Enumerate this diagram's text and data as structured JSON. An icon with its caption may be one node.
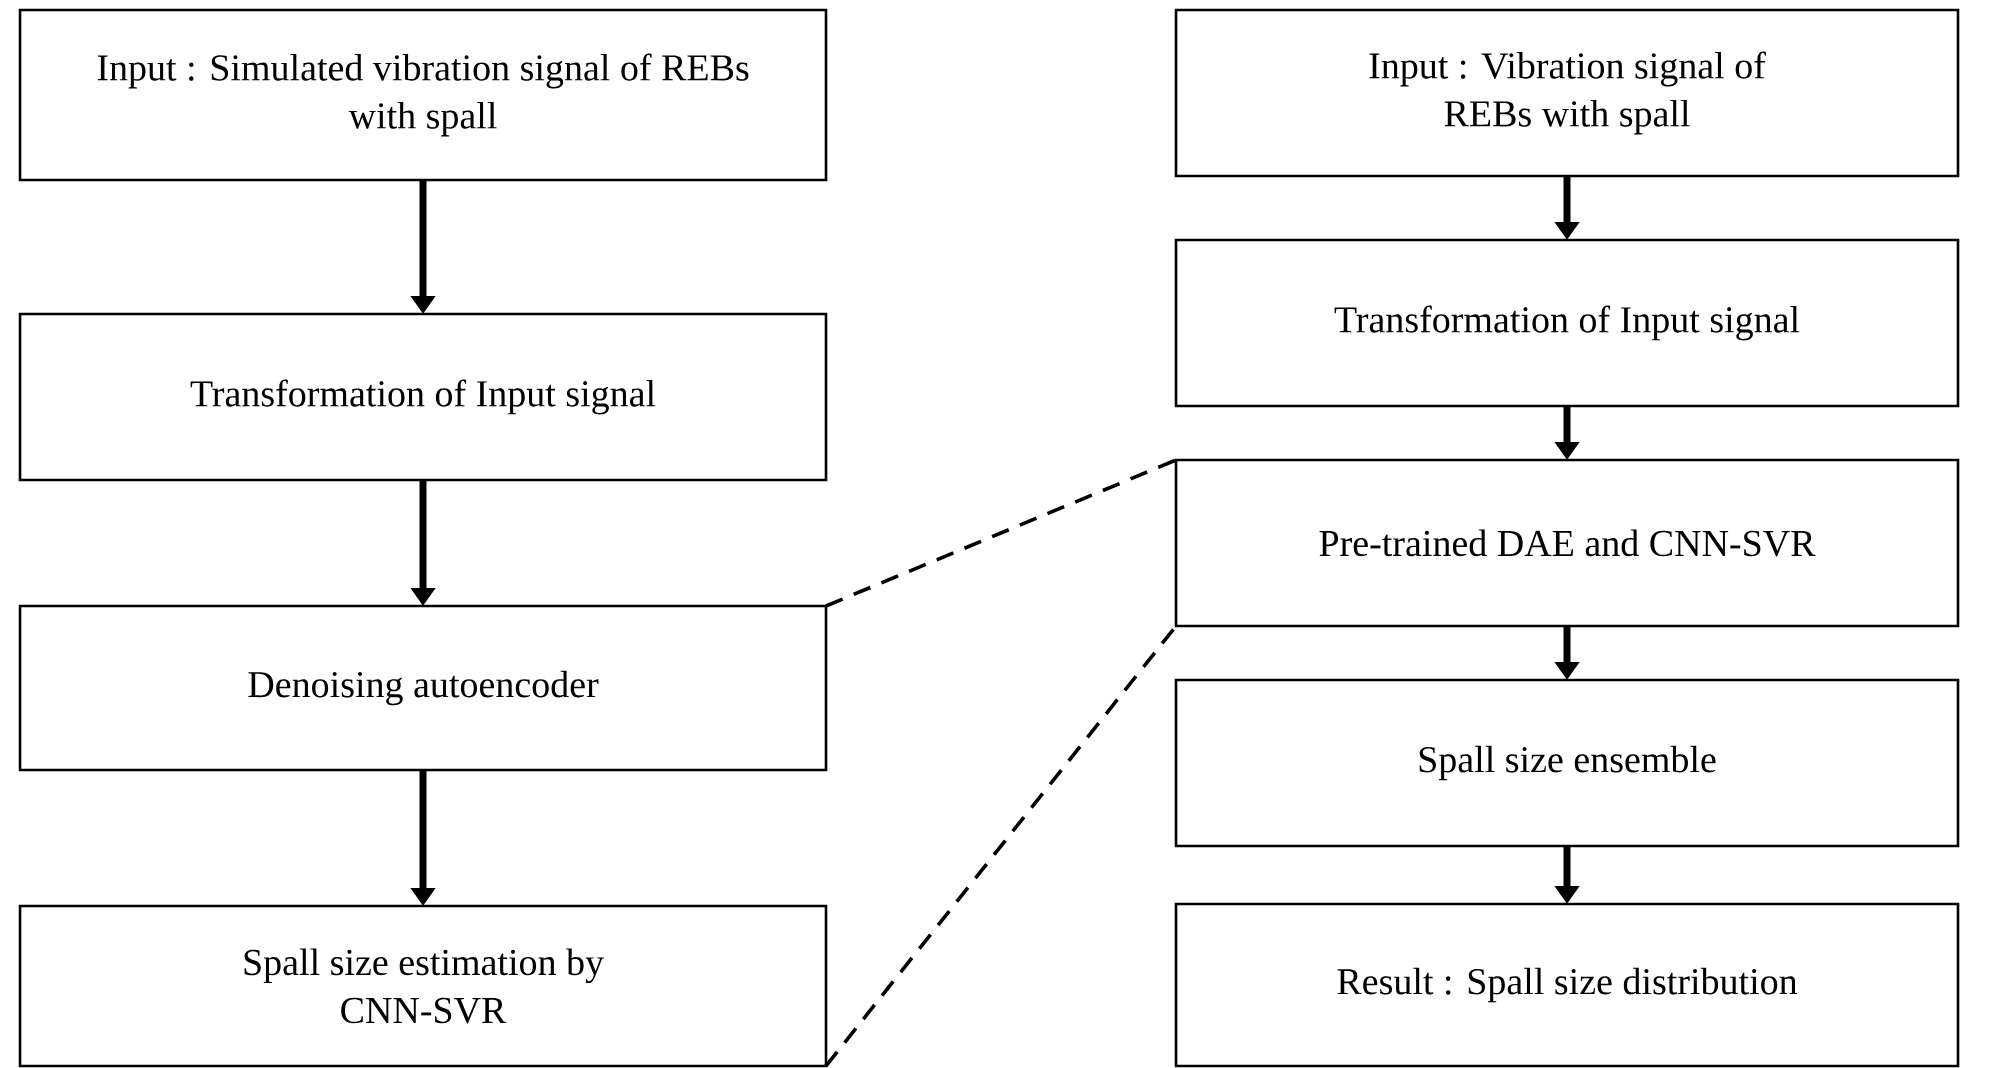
{
  "diagram": {
    "nodes": [
      {
        "text": [
          "Input : Simulated vibration signal of REBs with spall"
        ]
      },
      {
        "text": [
          "Transformation of Input signal"
        ]
      },
      {
        "text": [
          "Denoising autoencoder"
        ]
      },
      {
        "text": [
          "Spall size estimation by CNN-SVR"
        ]
      },
      {
        "text": [
          "Input : Vibration signal of REBs with spall"
        ]
      },
      {
        "text": [
          "Transformation of Input signal"
        ]
      },
      {
        "text": [
          "Pre-trained DAE and CNN-SVR"
        ]
      },
      {
        "text": [
          "Spall size ensemble"
        ]
      },
      {
        "text": [
          "Result : Spall size distribution"
        ]
      }
    ],
    "edges": [
      {
        "from": 0,
        "to": 1,
        "arrow": "to"
      },
      {
        "from": 1,
        "to": 2,
        "arrow": "to"
      },
      {
        "from": 2,
        "to": 3,
        "arrow": "to"
      },
      {
        "from": 4,
        "to": 5,
        "arrow": "to"
      },
      {
        "from": 5,
        "to": 6,
        "arrow": "to"
      },
      {
        "from": 6,
        "to": 7,
        "arrow": "to"
      },
      {
        "from": 7,
        "to": 8,
        "arrow": "to"
      },
      {
        "from": 2,
        "to": 6,
        "arrow": "none",
        "style": "dashed"
      },
      {
        "from": 3,
        "to": 6,
        "arrow": "none",
        "style": "dashed"
      }
    ]
  }
}
